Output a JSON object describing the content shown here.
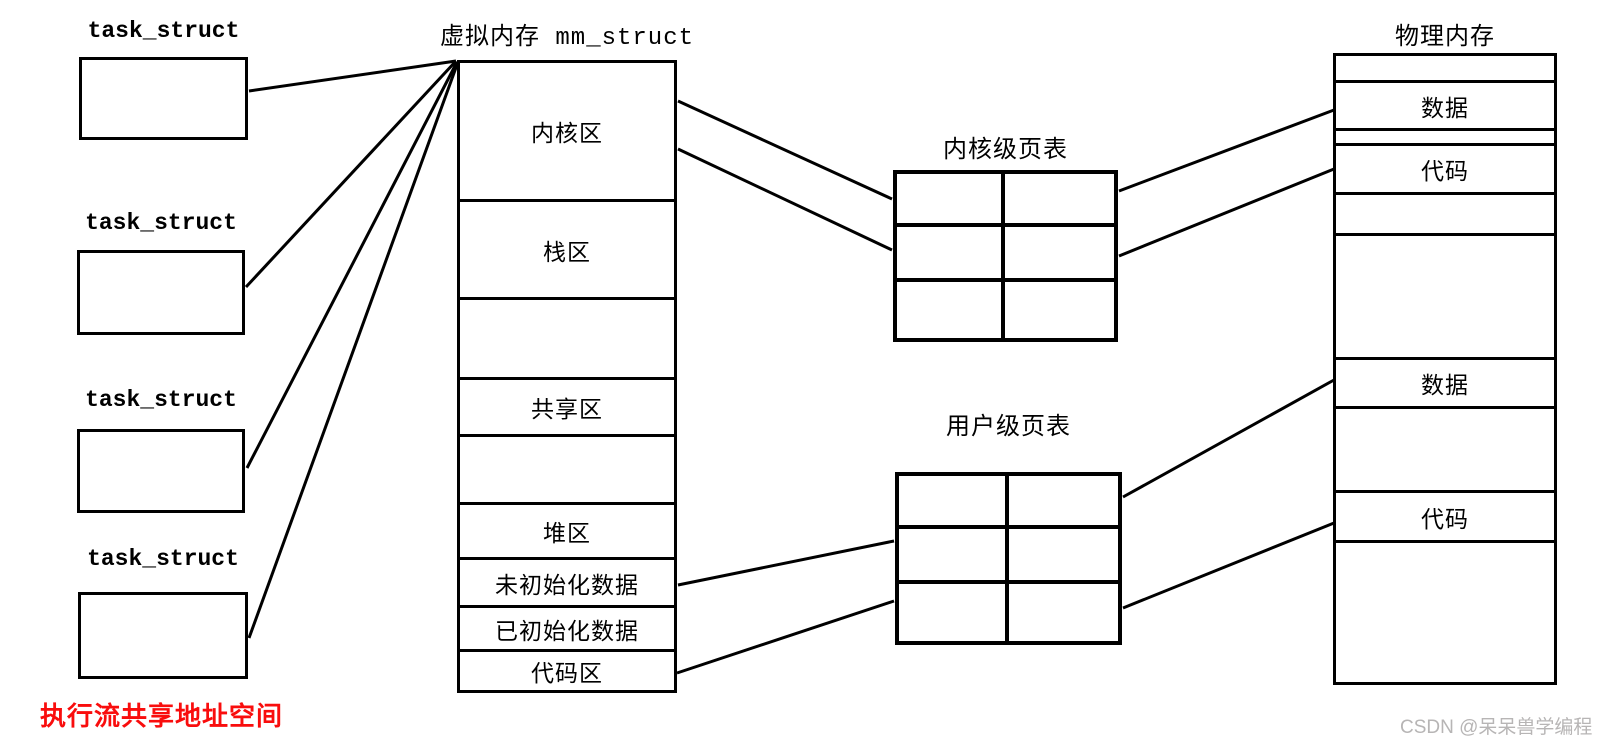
{
  "diagram": {
    "task_structs": {
      "label": "task_struct"
    },
    "caption": {
      "text": "执行流共享地址空间",
      "color": "#f90d0d"
    },
    "virtual_memory": {
      "title": "虚拟内存 mm_struct",
      "sections": [
        {
          "label": "内核区"
        },
        {
          "label": "栈区"
        },
        {
          "label": ""
        },
        {
          "label": "共享区"
        },
        {
          "label": ""
        },
        {
          "label": "堆区"
        },
        {
          "label": "未初始化数据"
        },
        {
          "label": "已初始化数据"
        },
        {
          "label": "代码区"
        }
      ]
    },
    "kernel_page_table": {
      "title": "内核级页表",
      "rows": 3,
      "cols": 2
    },
    "user_page_table": {
      "title": "用户级页表",
      "rows": 3,
      "cols": 2
    },
    "physical_memory": {
      "title": "物理内存",
      "sections": [
        {
          "label": ""
        },
        {
          "label": "数据"
        },
        {
          "label": ""
        },
        {
          "label": "代码"
        },
        {
          "label": ""
        },
        {
          "label": ""
        },
        {
          "label": "数据"
        },
        {
          "label": ""
        },
        {
          "label": "代码"
        },
        {
          "label": ""
        }
      ]
    },
    "watermark": "CSDN @呆呆兽学编程",
    "colors": {
      "line": "#000000",
      "caption_red": "#f90d0d",
      "watermark_gray": "#b7b5b5"
    }
  }
}
